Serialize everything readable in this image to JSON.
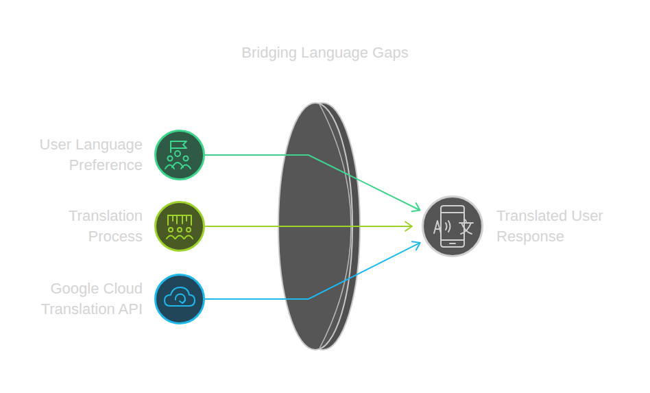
{
  "diagram": {
    "title": "Bridging Language Gaps",
    "nodes": [
      {
        "text": [
          "User Language Preference"
        ]
      },
      {
        "text": [
          "Translation Process"
        ]
      },
      {
        "text": [
          "Google Cloud Translation API"
        ]
      },
      {
        "text": [
          "Translated User Response"
        ]
      }
    ],
    "edges": [
      {
        "from": 0,
        "to": 3,
        "arrow": "to"
      },
      {
        "from": 1,
        "to": 3,
        "arrow": "to"
      },
      {
        "from": 2,
        "to": 3,
        "arrow": "to"
      }
    ]
  }
}
